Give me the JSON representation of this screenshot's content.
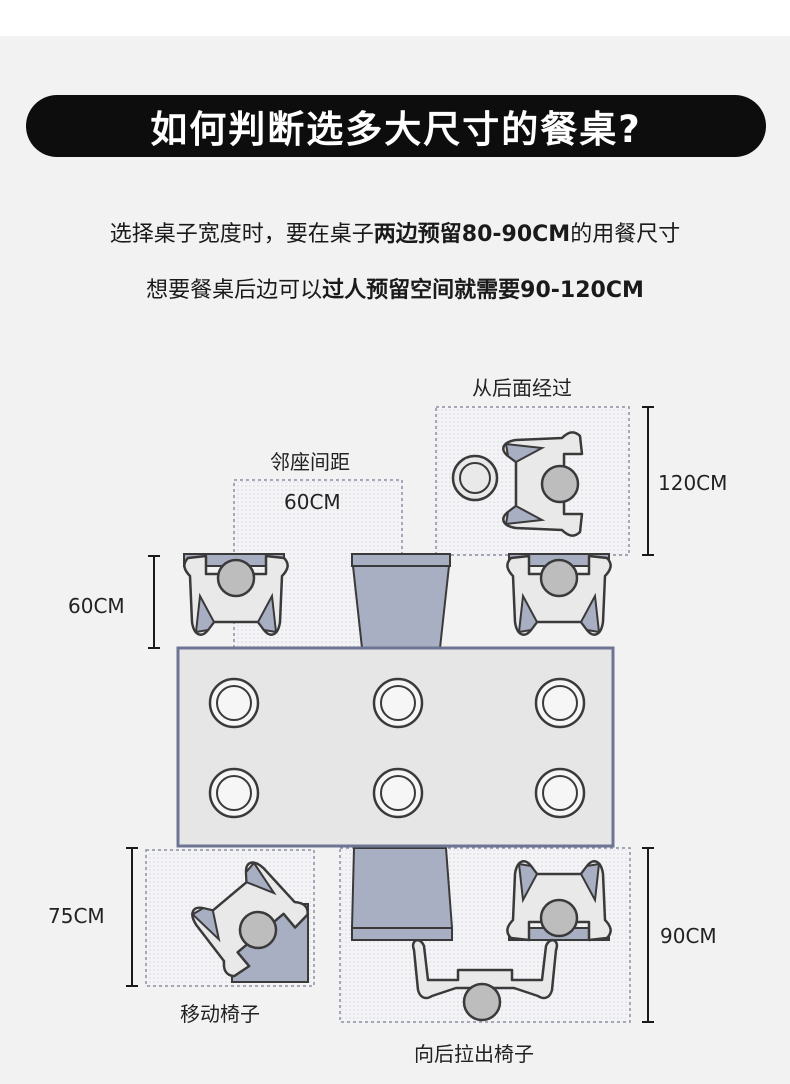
{
  "title": "如何判断选多大尺寸的餐桌?",
  "line1": {
    "a": "选择桌子宽度时，要在桌子",
    "b": "两边预留",
    "c": "80-90CM",
    "d": "的用餐尺寸"
  },
  "line2": {
    "a": "想要餐桌后边可以",
    "b": "过人预留空间就需要",
    "c": "90-120CM"
  },
  "labels": {
    "pass_behind": "从后面经过",
    "neighbor_spacing": "邻座间距",
    "neighbor_value": "60CM",
    "pass_value": "120CM",
    "seat_depth": "60CM",
    "move_value": "75CM",
    "pull_value": "90CM",
    "move_chair": "移动椅子",
    "pull_chair": "向后拉出椅子"
  },
  "colors": {
    "background": "#f2f2f2",
    "table": "#e6e6e6",
    "table_border": "#6e7594",
    "chair_seat": "#a9afc3",
    "person_fill": "#e9e9e9",
    "head": "#bdbdbd",
    "title_bg": "#0d0d0d"
  }
}
